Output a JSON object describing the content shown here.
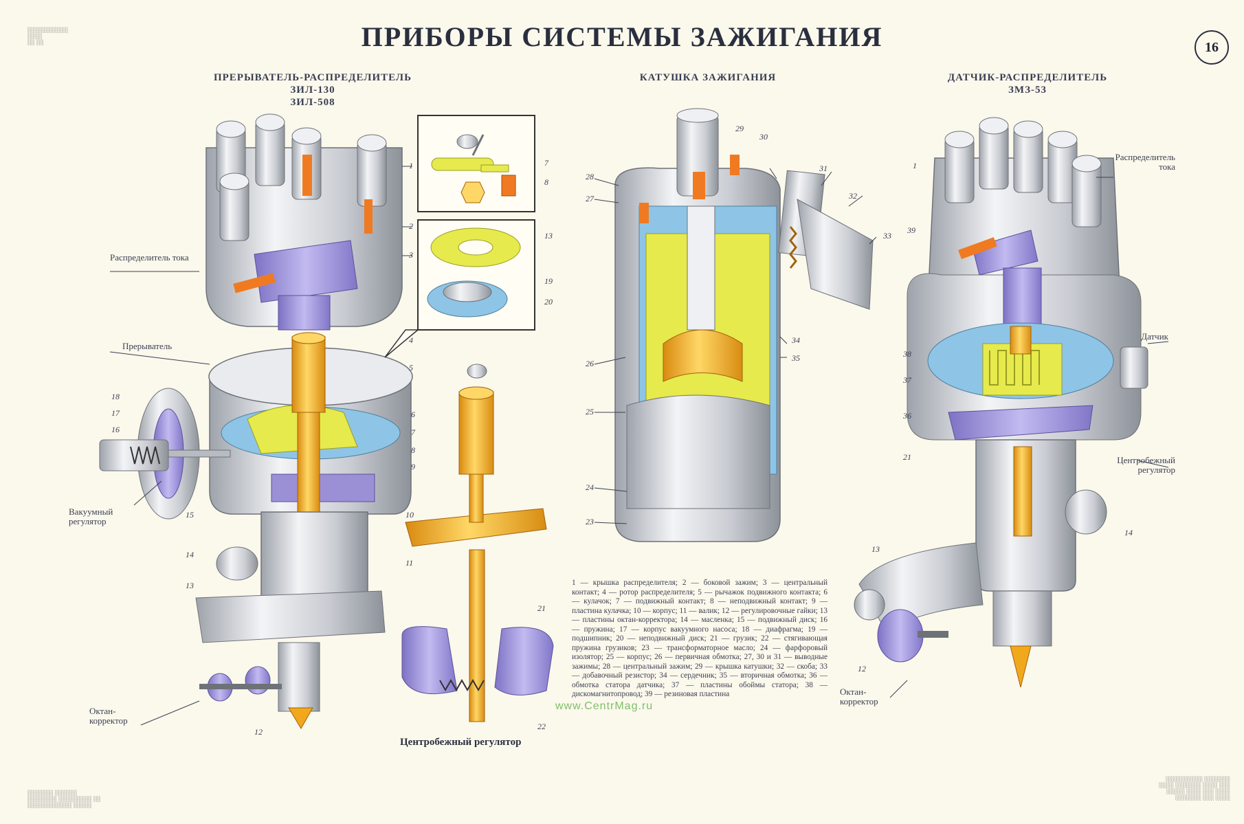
{
  "title": "ПРИБОРЫ СИСТЕМЫ ЗАЖИГАНИЯ",
  "page_number": "16",
  "sections": {
    "left": {
      "title": "ПРЕРЫВАТЕЛЬ-РАСПРЕДЕЛИТЕЛЬ",
      "models": [
        "ЗИЛ-130",
        "ЗИЛ-508"
      ]
    },
    "middle": {
      "title": "КАТУШКА ЗАЖИГАНИЯ"
    },
    "right": {
      "title": "ДАТЧИК-РАСПРЕДЕЛИТЕЛЬ",
      "model": "ЗМЗ-53"
    }
  },
  "callouts": {
    "left_distributor": "Распределитель тока",
    "breaker": "Прерыватель",
    "vacuum_regulator": "Вакуумный регулятор",
    "octane_corrector_left": "Октан-корректор",
    "centrifugal_regulator_caption": "Центробежный регулятор",
    "right_distributor": "Распределитель тока",
    "sensor": "Датчик",
    "centrifugal_regulator_right": "Центробежный регулятор",
    "octane_corrector_right": "Октан-корректор"
  },
  "numbers": {
    "left": [
      "1",
      "2",
      "3",
      "4",
      "5",
      "6",
      "7",
      "8",
      "9",
      "10",
      "11",
      "12",
      "13",
      "14",
      "15",
      "16",
      "17",
      "18"
    ],
    "inset": [
      "7",
      "8",
      "19",
      "20",
      "13"
    ],
    "centrifugal": [
      "21",
      "22"
    ],
    "coil": [
      "29",
      "30",
      "31",
      "32",
      "33",
      "28",
      "27",
      "34",
      "35",
      "26",
      "25",
      "24",
      "23"
    ],
    "right": [
      "1",
      "39",
      "38",
      "37",
      "36",
      "21",
      "14",
      "13",
      "12"
    ]
  },
  "legend": "1 — крышка распределителя; 2 — боковой зажим; 3 — центральный контакт; 4 — ротор распределителя; 5 — рычажок подвижного контакта; 6 — кулачок; 7 — подвижный контакт; 8 — неподвижный контакт; 9 — пластина кулачка; 10 — корпус; 11 — валик; 12 — регулировочные гайки; 13 — пластины октан-корректора; 14 — масленка; 15 — подвижный диск; 16 — пружина; 17 — корпус вакуумного насоса; 18 — диафрагма; 19 — подшипник; 20 — неподвижный диск; 21 — грузик; 22 — стягивающая пружина грузиков; 23 — трансформаторное масло; 24 — фарфоровый изолятор; 25 — корпус; 26 — первичная обмотка; 27, 30 и 31 — выводные зажимы; 28 — центральный зажим; 29 — крышка катушки; 32 — скоба; 33 — добавочный резистор; 34 — сердечник; 35 — вторичная обмотка; 36 — обмотка статора датчика; 37 — пластины обоймы статора; 38 — дискомагнитопровод; 39 — резиновая пластина",
  "watermark": "www.CentrMag.ru",
  "colors": {
    "background": "#fbf8ec",
    "metal": "#d8dbe0",
    "brass": "#f2a81c",
    "purple": "#9b8fd6",
    "blue": "#8ec5e6",
    "yellow": "#e6ea4c",
    "orange": "#f07a22"
  }
}
